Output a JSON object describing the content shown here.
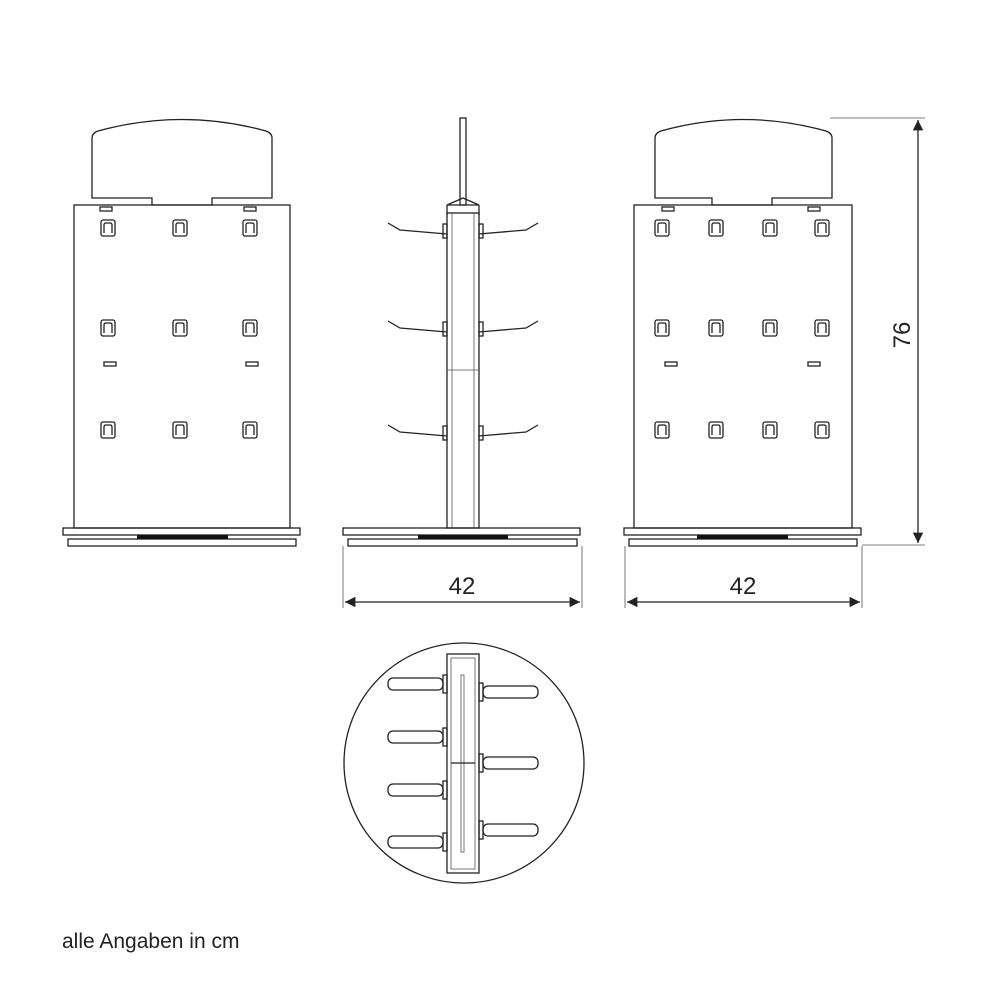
{
  "dimensions": {
    "width_side": "42",
    "width_back": "42",
    "height": "76"
  },
  "note": "alle Angaben in cm",
  "colors": {
    "line": "#222222",
    "fill": "#ffffff"
  }
}
